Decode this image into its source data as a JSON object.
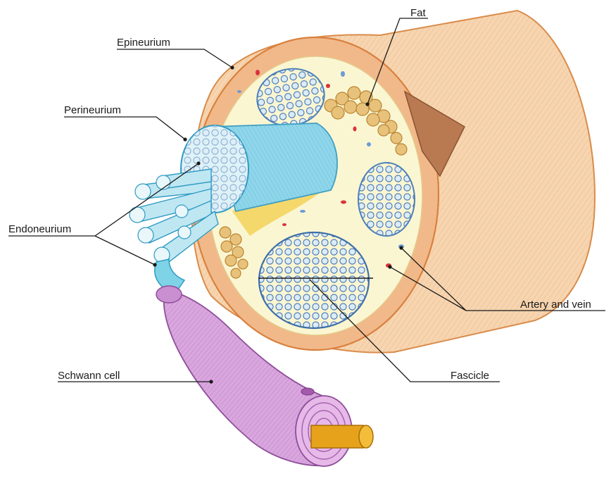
{
  "labels": {
    "fat": "Fat",
    "epineurium": "Epineurium",
    "perineurium": "Perineurium",
    "endoneurium": "Endoneurium",
    "artery_and_vein": "Artery and vein",
    "fascicle": "Fascicle",
    "schwann_cell": "Schwann cell"
  },
  "colors": {
    "epineurium": "#f3c89a",
    "epineurium_edge": "#d98b4a",
    "fascicle": "#8fb8df",
    "fascicle_edge": "#4d7fb8",
    "perineurium": "#7fd3e6",
    "fat": "#e8c27a",
    "myelin": "#c98fd0",
    "axon": "#e0a21a",
    "interior": "#fbf6cf",
    "artery": "#d9323c",
    "vein": "#5f8fd0"
  }
}
